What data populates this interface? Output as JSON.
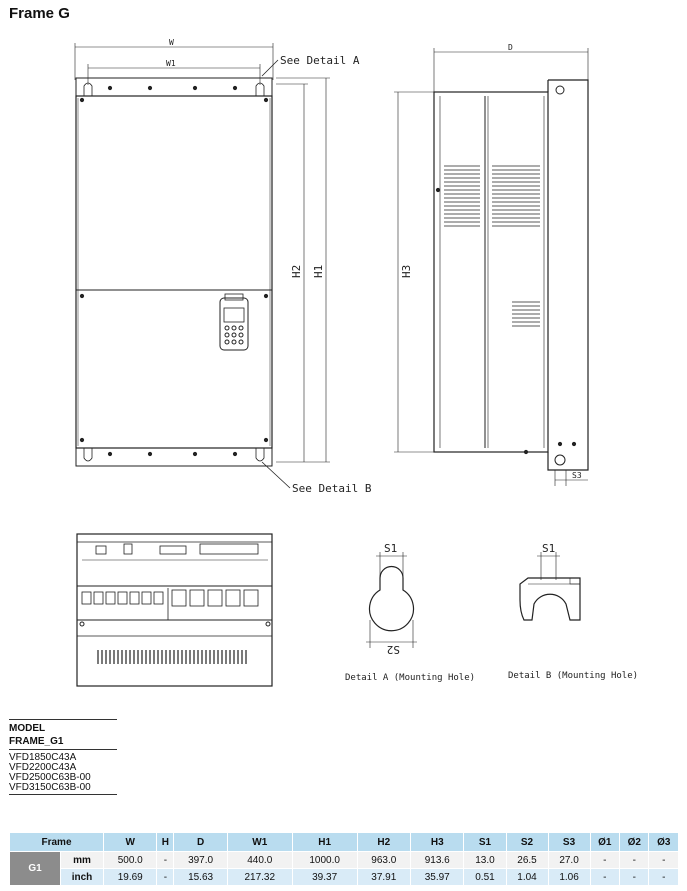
{
  "title": "Frame G",
  "drawing": {
    "labels": {
      "w": "W",
      "w1": "W1",
      "d": "D",
      "h1": "H1",
      "h2": "H2",
      "h3": "H3",
      "s1_a": "S1",
      "s2": "S2",
      "s1_b": "S1",
      "s3": "S3",
      "see_detail_a": "See Detail A",
      "see_detail_b": "See Detail B",
      "detail_a": "Detail A (Mounting Hole)",
      "detail_b": "Detail B (Mounting Hole)"
    }
  },
  "model": {
    "heading1": "MODEL",
    "heading2": "FRAME_G1",
    "items": [
      "VFD1850C43A",
      "VFD2200C43A",
      "VFD2500C63B-00",
      "VFD3150C63B-00"
    ]
  },
  "table": {
    "headers": [
      "Frame",
      "W",
      "H",
      "D",
      "W1",
      "H1",
      "H2",
      "H3",
      "S1",
      "S2",
      "S3",
      "Ø1",
      "Ø2",
      "Ø3"
    ],
    "frame": "G1",
    "rows": [
      {
        "unit": "mm",
        "values": [
          "500.0",
          "-",
          "397.0",
          "440.0",
          "1000.0",
          "963.0",
          "913.6",
          "13.0",
          "26.5",
          "27.0",
          "-",
          "-",
          "-"
        ]
      },
      {
        "unit": "inch",
        "values": [
          "19.69",
          "-",
          "15.63",
          "217.32",
          "39.37",
          "37.91",
          "35.97",
          "0.51",
          "1.04",
          "1.06",
          "-",
          "-",
          "-"
        ]
      }
    ]
  }
}
